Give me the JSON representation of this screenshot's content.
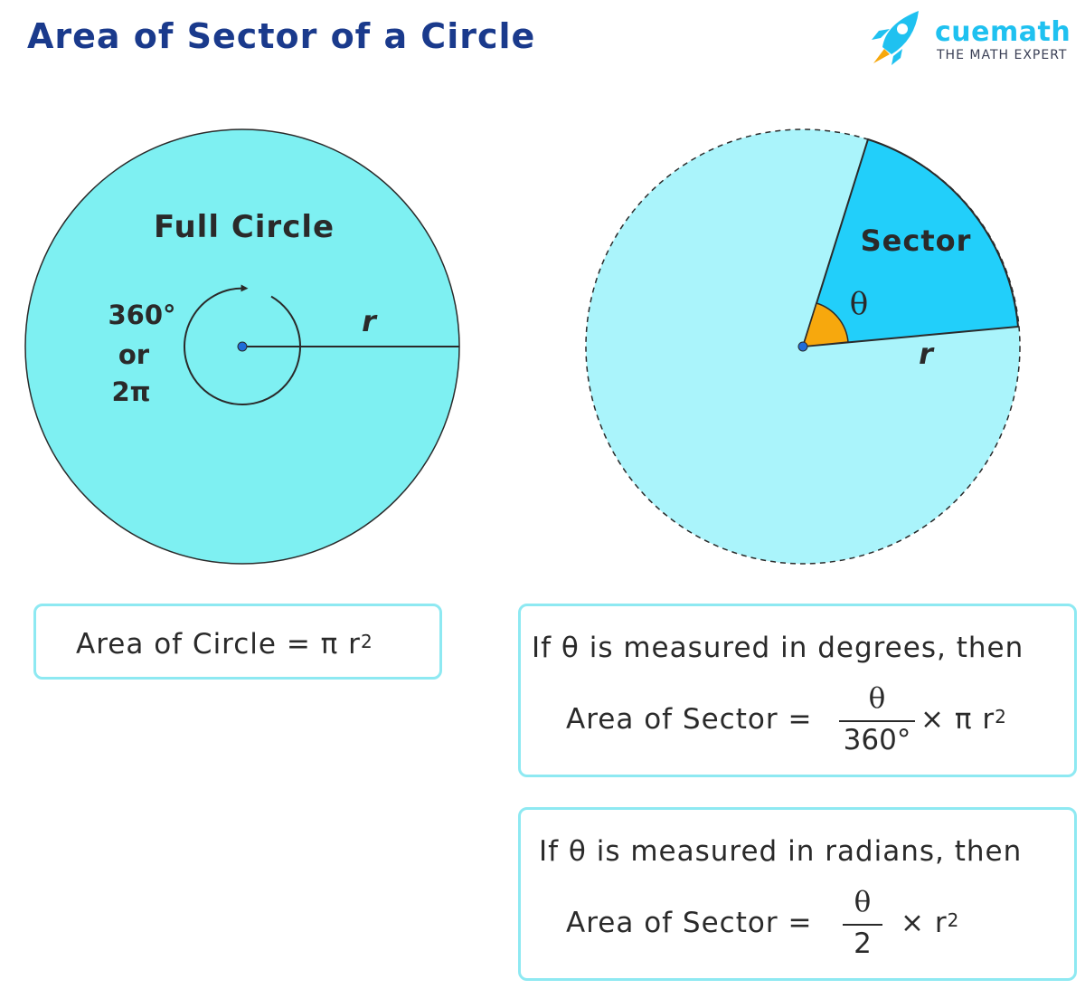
{
  "header": {
    "title": "Area of Sector of a Circle",
    "logo": {
      "name": "cuemath",
      "tagline": "THE MATH EXPERT",
      "icon": "rocket-icon"
    }
  },
  "colors": {
    "title": "#1a3a8c",
    "full_circle_fill": "#7ef0f2",
    "outer_circle_fill": "#aaf4fb",
    "sector_fill": "#22cffa",
    "angle_fill": "#f7a80d",
    "box_border": "#8ee9f2",
    "center_dot": "#1f6cd8"
  },
  "full_circle": {
    "label": "Full Circle",
    "angle_lines": [
      "360°",
      "or",
      "2π"
    ],
    "radius_label": "r"
  },
  "sector_circle": {
    "label": "Sector",
    "angle_label": "θ",
    "radius_label": "r"
  },
  "formulas": {
    "circle": {
      "text": "Area of Circle =  π r",
      "exp": "2"
    },
    "degrees": {
      "condition": "If θ is measured in degrees, then",
      "lhs": "Area of Sector =",
      "numerator": "θ",
      "denominator": "360°",
      "rhs": "× π r",
      "exp": "2"
    },
    "radians": {
      "condition": "If θ is measured in radians, then",
      "lhs": "Area of Sector =",
      "numerator": "θ",
      "denominator": "2",
      "rhs": "× r",
      "exp": "2"
    }
  }
}
